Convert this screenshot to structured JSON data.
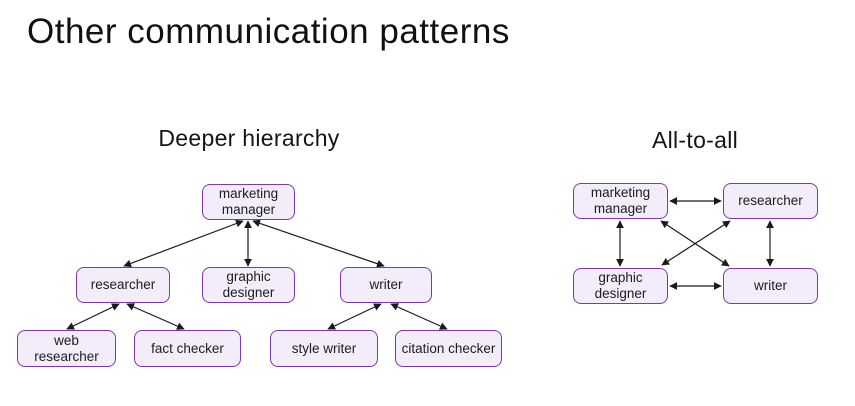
{
  "page": {
    "title": "Other communication patterns"
  },
  "colors": {
    "background": "#ffffff",
    "node_fill": "#f2ecfb",
    "node_border": "#7b3aa6",
    "arrow": "#1a1a1a",
    "title_text": "#111111"
  },
  "diagrams": {
    "hierarchy": {
      "title": "Deeper hierarchy",
      "nodes": {
        "marketing_manager": "marketing manager",
        "researcher": "researcher",
        "graphic_designer": "graphic designer",
        "writer": "writer",
        "web_researcher": "web researcher",
        "fact_checker": "fact checker",
        "style_writer": "style writer",
        "citation_checker": "citation checker"
      },
      "edges": [
        {
          "from": "marketing_manager",
          "to": "researcher",
          "bidirectional": true
        },
        {
          "from": "marketing_manager",
          "to": "graphic_designer",
          "bidirectional": true
        },
        {
          "from": "marketing_manager",
          "to": "writer",
          "bidirectional": true
        },
        {
          "from": "researcher",
          "to": "web_researcher",
          "bidirectional": true
        },
        {
          "from": "researcher",
          "to": "fact_checker",
          "bidirectional": true
        },
        {
          "from": "writer",
          "to": "style_writer",
          "bidirectional": true
        },
        {
          "from": "writer",
          "to": "citation_checker",
          "bidirectional": true
        }
      ]
    },
    "all_to_all": {
      "title": "All-to-all",
      "nodes": {
        "marketing_manager": "marketing manager",
        "researcher": "researcher",
        "graphic_designer": "graphic designer",
        "writer": "writer"
      },
      "edges": [
        {
          "from": "marketing_manager",
          "to": "researcher",
          "bidirectional": true
        },
        {
          "from": "marketing_manager",
          "to": "graphic_designer",
          "bidirectional": true
        },
        {
          "from": "marketing_manager",
          "to": "writer",
          "bidirectional": true
        },
        {
          "from": "researcher",
          "to": "writer",
          "bidirectional": true
        },
        {
          "from": "researcher",
          "to": "graphic_designer",
          "bidirectional": true
        },
        {
          "from": "graphic_designer",
          "to": "writer",
          "bidirectional": true
        }
      ]
    }
  }
}
